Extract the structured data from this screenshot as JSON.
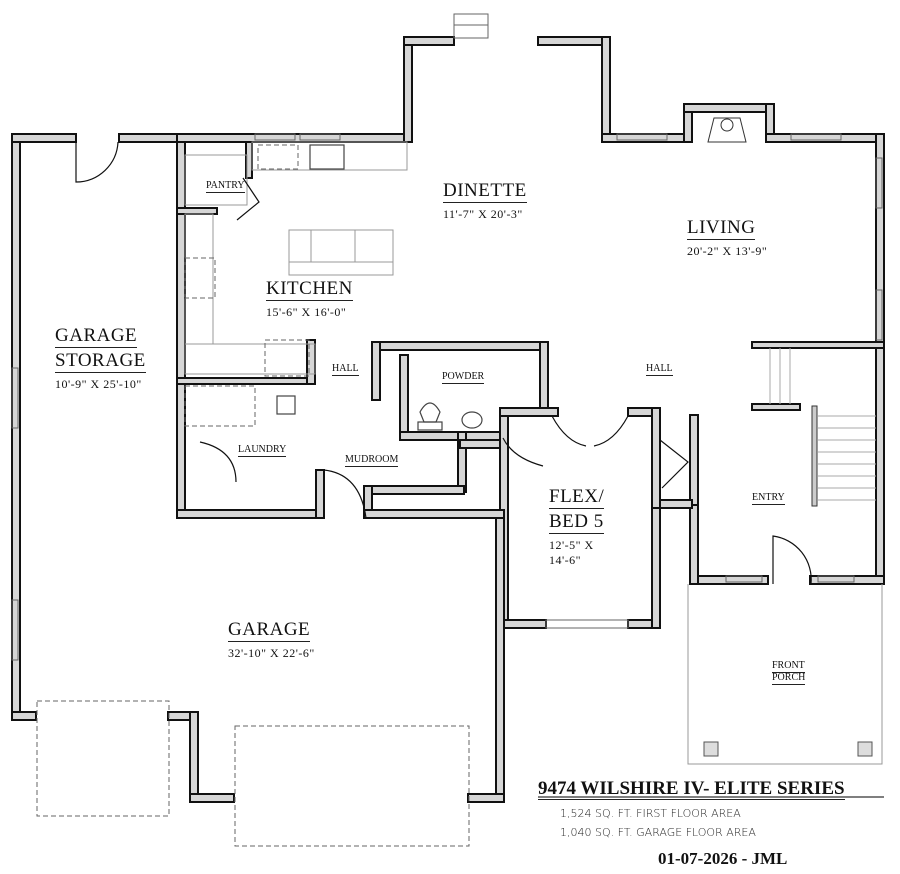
{
  "plan": {
    "title": "9474 WILSHIRE IV- ELITE SERIES",
    "areas": [
      "1,524 SQ. FT. FIRST FLOOR AREA",
      "1,040 SQ. FT. GARAGE FLOOR AREA"
    ],
    "date_initials": "01-07-2026 - JML"
  },
  "rooms": {
    "dinette": {
      "name": "DINETTE",
      "dims": "11'-7\" X 20'-3\""
    },
    "living": {
      "name": "LIVING",
      "dims": "20'-2\" X 13'-9\""
    },
    "kitchen": {
      "name": "KITCHEN",
      "dims": "15'-6\" X 16'-0\""
    },
    "garage_storage": {
      "name1": "GARAGE",
      "name2": "STORAGE",
      "dims": "10'-9\" X 25'-10\""
    },
    "garage": {
      "name": "GARAGE",
      "dims": "32'-10\" X 22'-6\""
    },
    "flex": {
      "name1": "FLEX/",
      "name2": "BED 5",
      "dims1": "12'-5\" X",
      "dims2": "14'-6\""
    },
    "pantry": "PANTRY",
    "hall_left": "HALL",
    "hall_center": "HALL",
    "powder": "POWDER",
    "laundry": "LAUNDRY",
    "mudroom": "MUDROOM",
    "entry": "ENTRY",
    "front_porch1": "FRONT",
    "front_porch2": "PORCH"
  },
  "colors": {
    "wall_fill": "#d6d6d6",
    "wall_line": "#111111",
    "fixture_line": "#888888"
  }
}
